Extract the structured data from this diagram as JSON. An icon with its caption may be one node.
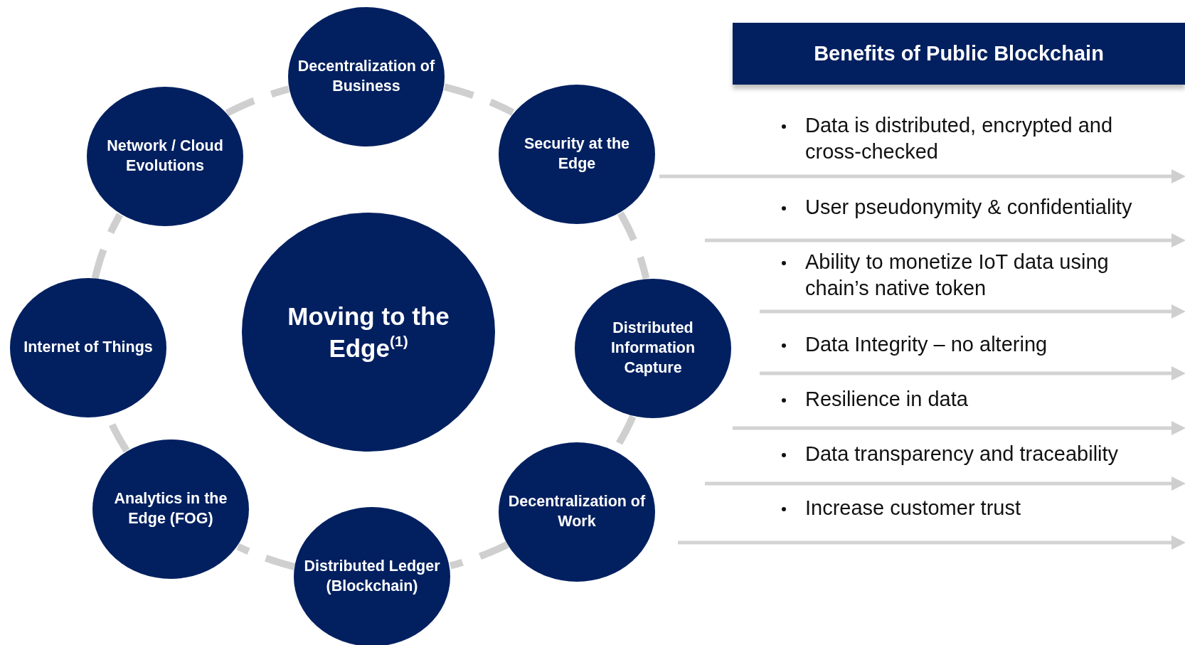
{
  "diagram": {
    "nodes": [
      {
        "text": [
          "Moving to the Edge$^{(1)}$"
        ]
      },
      {
        "text": [
          "Decentralization of Business"
        ]
      },
      {
        "text": [
          "Security at the Edge"
        ]
      },
      {
        "text": [
          "Distributed Information Capture"
        ]
      },
      {
        "text": [
          "Decentralization of Work"
        ]
      },
      {
        "text": [
          "Distributed Ledger (Blockchain)"
        ]
      },
      {
        "text": [
          "Analytics in the Edge (FOG)"
        ]
      },
      {
        "text": [
          "Internet of Things"
        ]
      },
      {
        "text": [
          "Network / Cloud Evolutions"
        ]
      },
      {
        "text": [
          "Benefits of Public Blockchain"
        ]
      }
    ],
    "edges": [
      {
        "from": 1,
        "to": 2,
        "arrow": "none",
        "style": "dashed"
      },
      {
        "from": 2,
        "to": 3,
        "arrow": "none",
        "style": "dashed"
      },
      {
        "from": 3,
        "to": 4,
        "arrow": "none",
        "style": "dashed"
      },
      {
        "from": 4,
        "to": 5,
        "arrow": "none",
        "style": "dashed"
      },
      {
        "from": 5,
        "to": 6,
        "arrow": "none",
        "style": "dashed"
      },
      {
        "from": 6,
        "to": 7,
        "arrow": "none",
        "style": "dashed"
      },
      {
        "from": 7,
        "to": 8,
        "arrow": "none",
        "style": "dashed"
      },
      {
        "from": 8,
        "to": 1,
        "arrow": "none",
        "style": "dashed"
      }
    ],
    "labels": [
      "Data is distributed, encrypted and cross-checked",
      "User pseudonymity & confidentiality",
      "Ability to monetize IoT data using chain’s native token",
      "Data Integrity – no altering",
      "Resilience in data",
      "Data transparency and traceability",
      "Increase customer trust"
    ]
  }
}
